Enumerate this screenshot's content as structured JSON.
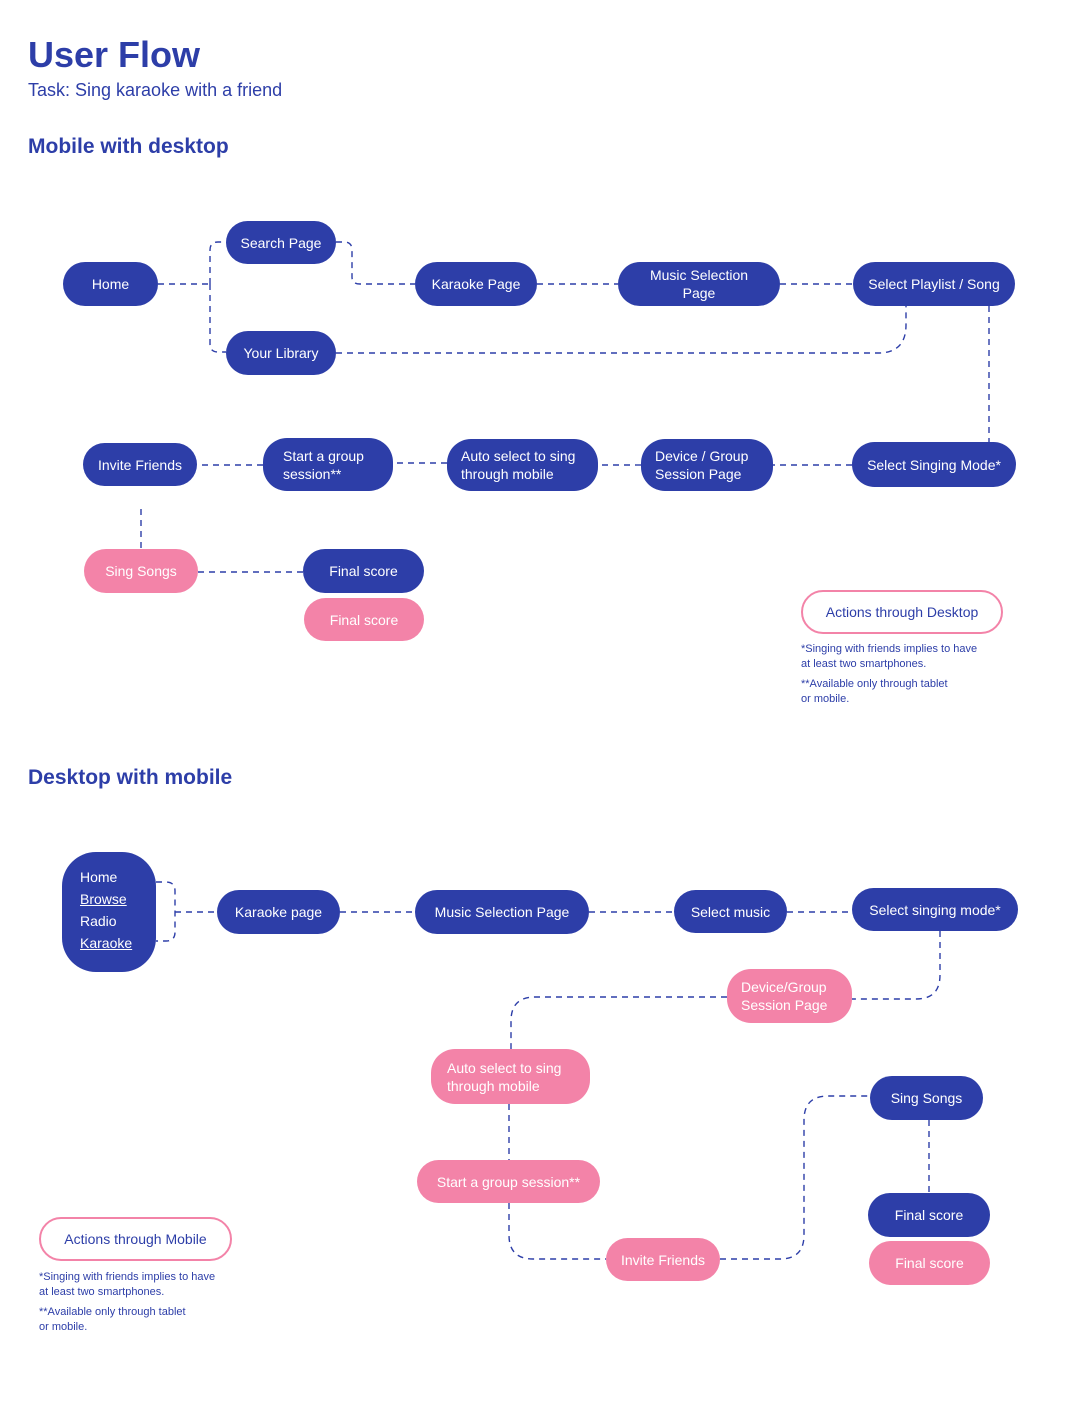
{
  "header": {
    "title": "User Flow",
    "subtitle": "Task: Sing karaoke with a friend"
  },
  "colors": {
    "primary": "#2d3ea8",
    "accent": "#f383a8",
    "background": "#ffffff"
  },
  "flow1": {
    "title": "Mobile with desktop",
    "nodes": {
      "home": "Home",
      "search": "Search Page",
      "library": "Your Library",
      "karaoke": "Karaoke Page",
      "music": "Music Selection Page",
      "playlist": "Select Playlist / Song",
      "mode": "Select Singing Mode*",
      "device": "Device / Group\nSession Page",
      "auto": "Auto select to sing\nthrough mobile",
      "group": "Start a group\nsession**",
      "invite": "Invite Friends",
      "sing": "Sing Songs",
      "final_blue": "Final score",
      "final_pink": "Final score"
    },
    "legend": "Actions through Desktop",
    "notes": [
      "*Singing with friends implies to have\nat least two smartphones.",
      "**Available only through tablet\nor mobile."
    ]
  },
  "flow2": {
    "title": "Desktop with mobile",
    "menu": [
      "Home",
      "Browse",
      "Radio",
      "Karaoke"
    ],
    "nodes": {
      "karaoke": "Karaoke page",
      "music": "Music Selection Page",
      "select_music": "Select music",
      "mode": "Select singing mode*",
      "device": "Device/Group\nSession Page",
      "auto": "Auto select to sing\nthrough mobile",
      "group": "Start a group session**",
      "invite": "Invite Friends",
      "sing": "Sing Songs",
      "final_blue": "Final score",
      "final_pink": "Final score"
    },
    "legend": "Actions through Mobile",
    "notes": [
      "*Singing with friends implies to have\nat least two smartphones.",
      "**Available only through tablet\nor mobile."
    ]
  }
}
